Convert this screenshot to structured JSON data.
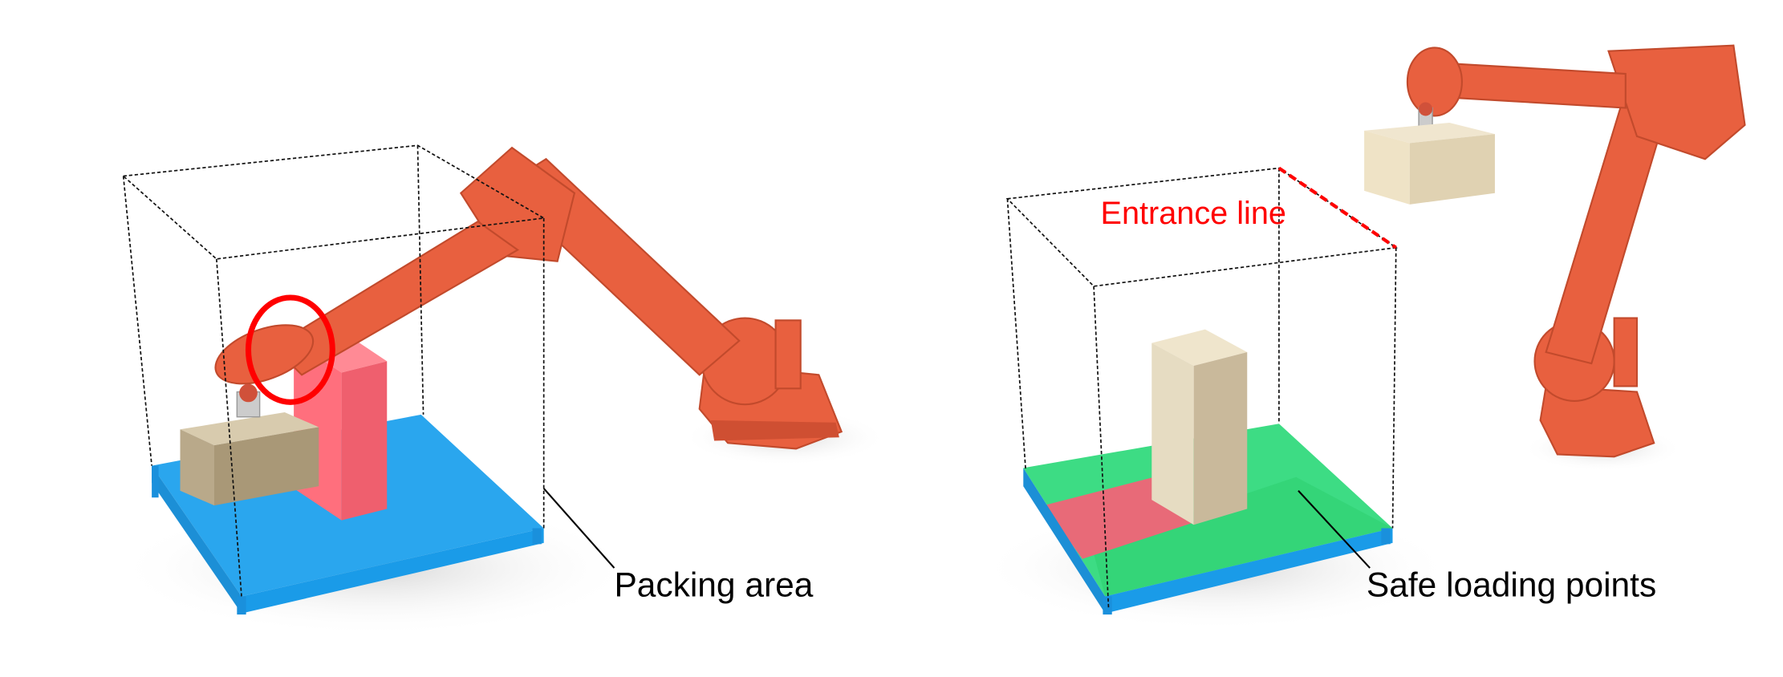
{
  "panels": [
    {
      "label": "Packing area",
      "colors": {
        "pallet": "#29a8f0",
        "obstacle": "#ff6f7d",
        "box": "#c9b99b",
        "robot": "#e8603f",
        "highlight_circle": "#ff0000"
      }
    },
    {
      "annotation": "Entrance line",
      "label": "Safe loading points",
      "colors": {
        "pallet": "#29a8f0",
        "safe_area": "#3ddc84",
        "unsafe_area": "#e86a78",
        "box": "#e6dcc2",
        "robot": "#e8603f",
        "entrance_line": "#ff0000"
      }
    }
  ]
}
